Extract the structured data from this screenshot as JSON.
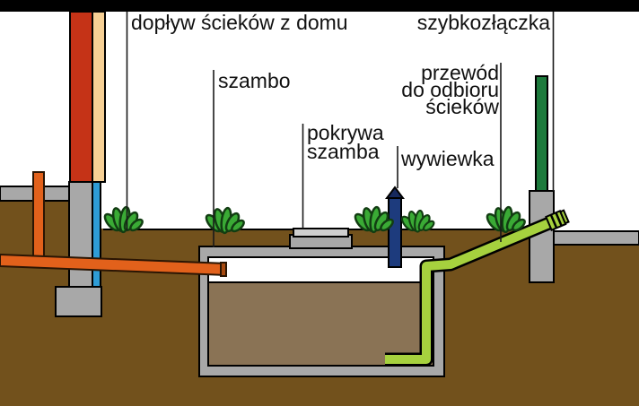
{
  "labels": {
    "inflow": "dopływ ścieków z domu",
    "tank": "szambo",
    "cover_line1": "pokrywa",
    "cover_line2": "szamba",
    "vent": "wywiewka",
    "outlet_line1": "przewód",
    "outlet_line2": "do odbioru",
    "outlet_line3": "ścieków",
    "coupler": "szybkozłączka"
  },
  "colors": {
    "background": "#ffffff",
    "border-bar": "#000000",
    "earth": "#72511c",
    "sewage": "#8a7355",
    "concrete": "#a8a8a8",
    "hatch-cover": "#cfcfcf",
    "wall-red": "#c53317",
    "wall-tan": "#f6d095",
    "damp-proof-blue": "#2e9cd6",
    "pipe-orange": "#e2611b",
    "pipe-orange-cap": "#a84a10",
    "pipe-outline": "#2a1503",
    "vent-navy": "#1d3b7d",
    "vent-cone": "#16295e",
    "hose-green": "#a6d13e",
    "post-green": "#1d7a3c",
    "plant-green": "#3aaa35",
    "plant-outline": "#123d12",
    "line": "#1a1a1a",
    "text": "#111111"
  }
}
